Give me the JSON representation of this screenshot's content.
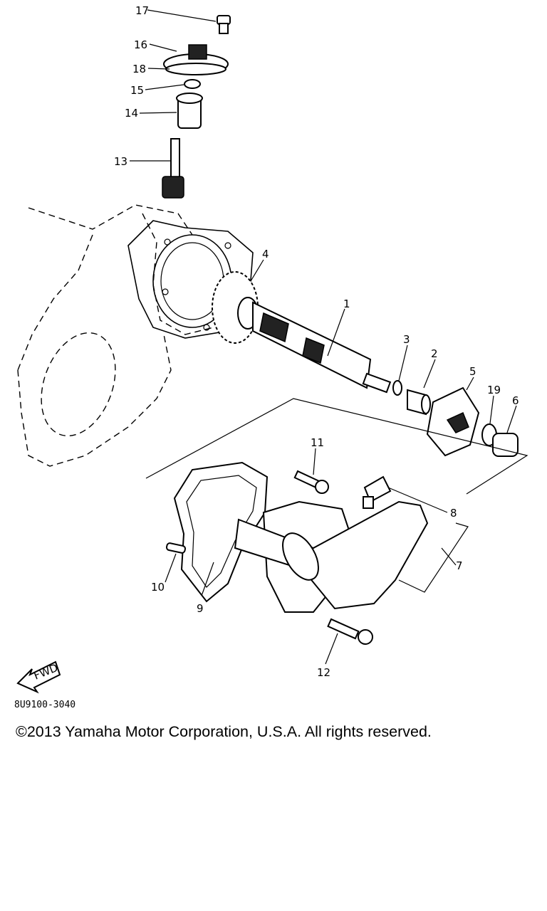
{
  "diagram_code": "8U9100-3040",
  "copyright": "©2013 Yamaha Motor Corporation, U.S.A. All rights reserved.",
  "fwd_label": "FWD",
  "callouts": [
    "1",
    "2",
    "3",
    "4",
    "5",
    "6",
    "7",
    "8",
    "9",
    "10",
    "11",
    "12",
    "13",
    "14",
    "15",
    "16",
    "17",
    "18",
    "19"
  ]
}
